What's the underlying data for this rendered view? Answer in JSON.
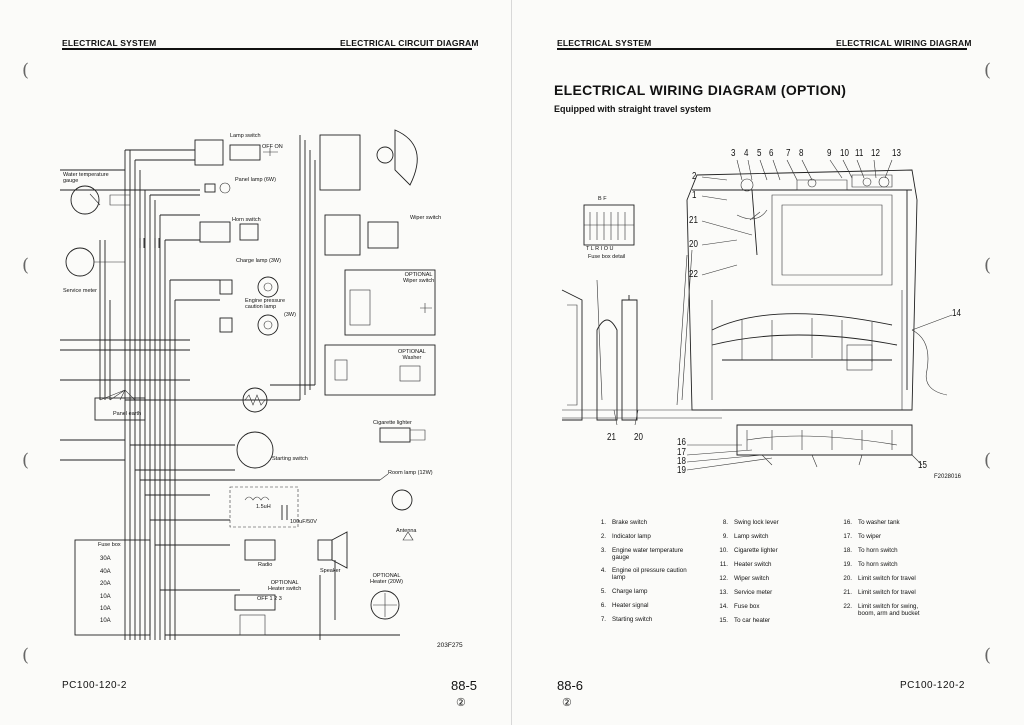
{
  "left_page": {
    "header_left": "ELECTRICAL SYSTEM",
    "header_right": "ELECTRICAL CIRCUIT DIAGRAM",
    "labels": {
      "lamp_switch": "Lamp switch",
      "water_temp": "Water temperature\ngauge",
      "panel_lamp": "Panel lamp (6W)",
      "horn_switch": "Horn switch",
      "wiper_switch": "Wiper switch",
      "charge_lamp": "Charge lamp (3W)",
      "optional_wiper": "OPTIONAL\nWiper switch",
      "engine_pressure": "Engine pressure\ncaution lamp",
      "three_w": "(3W)",
      "optional_washer": "OPTIONAL\nWasher",
      "service_meter": "Service meter",
      "panel_earth": "Panel earth",
      "cigarette_lighter": "Cigarette lighter",
      "starting_switch": "Starting switch",
      "room_lamp": "Room lamp (12W)",
      "antenna": "Antenna",
      "inductance": "1.5uH",
      "capacitor": "100uF/50V",
      "fuse_box": "Fuse box",
      "radio": "Radio",
      "speaker": "Speaker",
      "optional_heater": "OPTIONAL\nHeater (20W)",
      "optional_heater_switch": "OPTIONAL\nHeater switch",
      "off_on": "OFF  ON",
      "off_123": "OFF 1  2  3",
      "figure_code": "203F275"
    },
    "fuses": [
      "30A",
      "40A",
      "20A",
      "10A",
      "10A",
      "10A"
    ],
    "footer_code": "PC100-120-2",
    "page_number": "88-5",
    "revision": "②"
  },
  "right_page": {
    "header_left": "ELECTRICAL SYSTEM",
    "header_right": "ELECTRICAL WIRING DIAGRAM",
    "title": "ELECTRICAL WIRING DIAGRAM (OPTION)",
    "subtitle": "Equipped with straight travel system",
    "callouts": [
      "3",
      "4",
      "5",
      "6",
      "7",
      "8",
      "9",
      "10",
      "11",
      "12",
      "13",
      "2",
      "1",
      "21",
      "20",
      "22",
      "14",
      "21",
      "20",
      "16",
      "17",
      "18",
      "19",
      "15"
    ],
    "fuse_box_detail": "Fuse box detail",
    "fuse_letters": "T L R I O U",
    "fuse_top": "B          F",
    "figure_code": "F2028016",
    "legend": [
      {
        "n": "1.",
        "t": "Brake switch"
      },
      {
        "n": "2.",
        "t": "Indicator lamp"
      },
      {
        "n": "3.",
        "t": "Engine water temperature\ngauge"
      },
      {
        "n": "4.",
        "t": "Engine oil pressure caution\nlamp"
      },
      {
        "n": "5.",
        "t": "Charge lamp"
      },
      {
        "n": "6.",
        "t": "Heater signal"
      },
      {
        "n": "7.",
        "t": "Starting switch"
      },
      {
        "n": "8.",
        "t": "Swing lock lever"
      },
      {
        "n": "9.",
        "t": "Lamp switch"
      },
      {
        "n": "10.",
        "t": "Cigarette lighter"
      },
      {
        "n": "11.",
        "t": "Heater switch"
      },
      {
        "n": "12.",
        "t": "Wiper switch"
      },
      {
        "n": "13.",
        "t": "Service meter"
      },
      {
        "n": "14.",
        "t": "Fuse box"
      },
      {
        "n": "15.",
        "t": "To car heater"
      },
      {
        "n": "16.",
        "t": "To washer tank"
      },
      {
        "n": "17.",
        "t": "To wiper"
      },
      {
        "n": "18.",
        "t": "To horn switch"
      },
      {
        "n": "19.",
        "t": "To horn switch"
      },
      {
        "n": "20.",
        "t": "Limit switch for travel"
      },
      {
        "n": "21.",
        "t": "Limit switch for travel"
      },
      {
        "n": "22.",
        "t": "Limit switch for swing,\nboom, arm and bucket"
      }
    ],
    "page_number": "88-6",
    "revision": "②",
    "footer_code": "PC100-120-2"
  }
}
